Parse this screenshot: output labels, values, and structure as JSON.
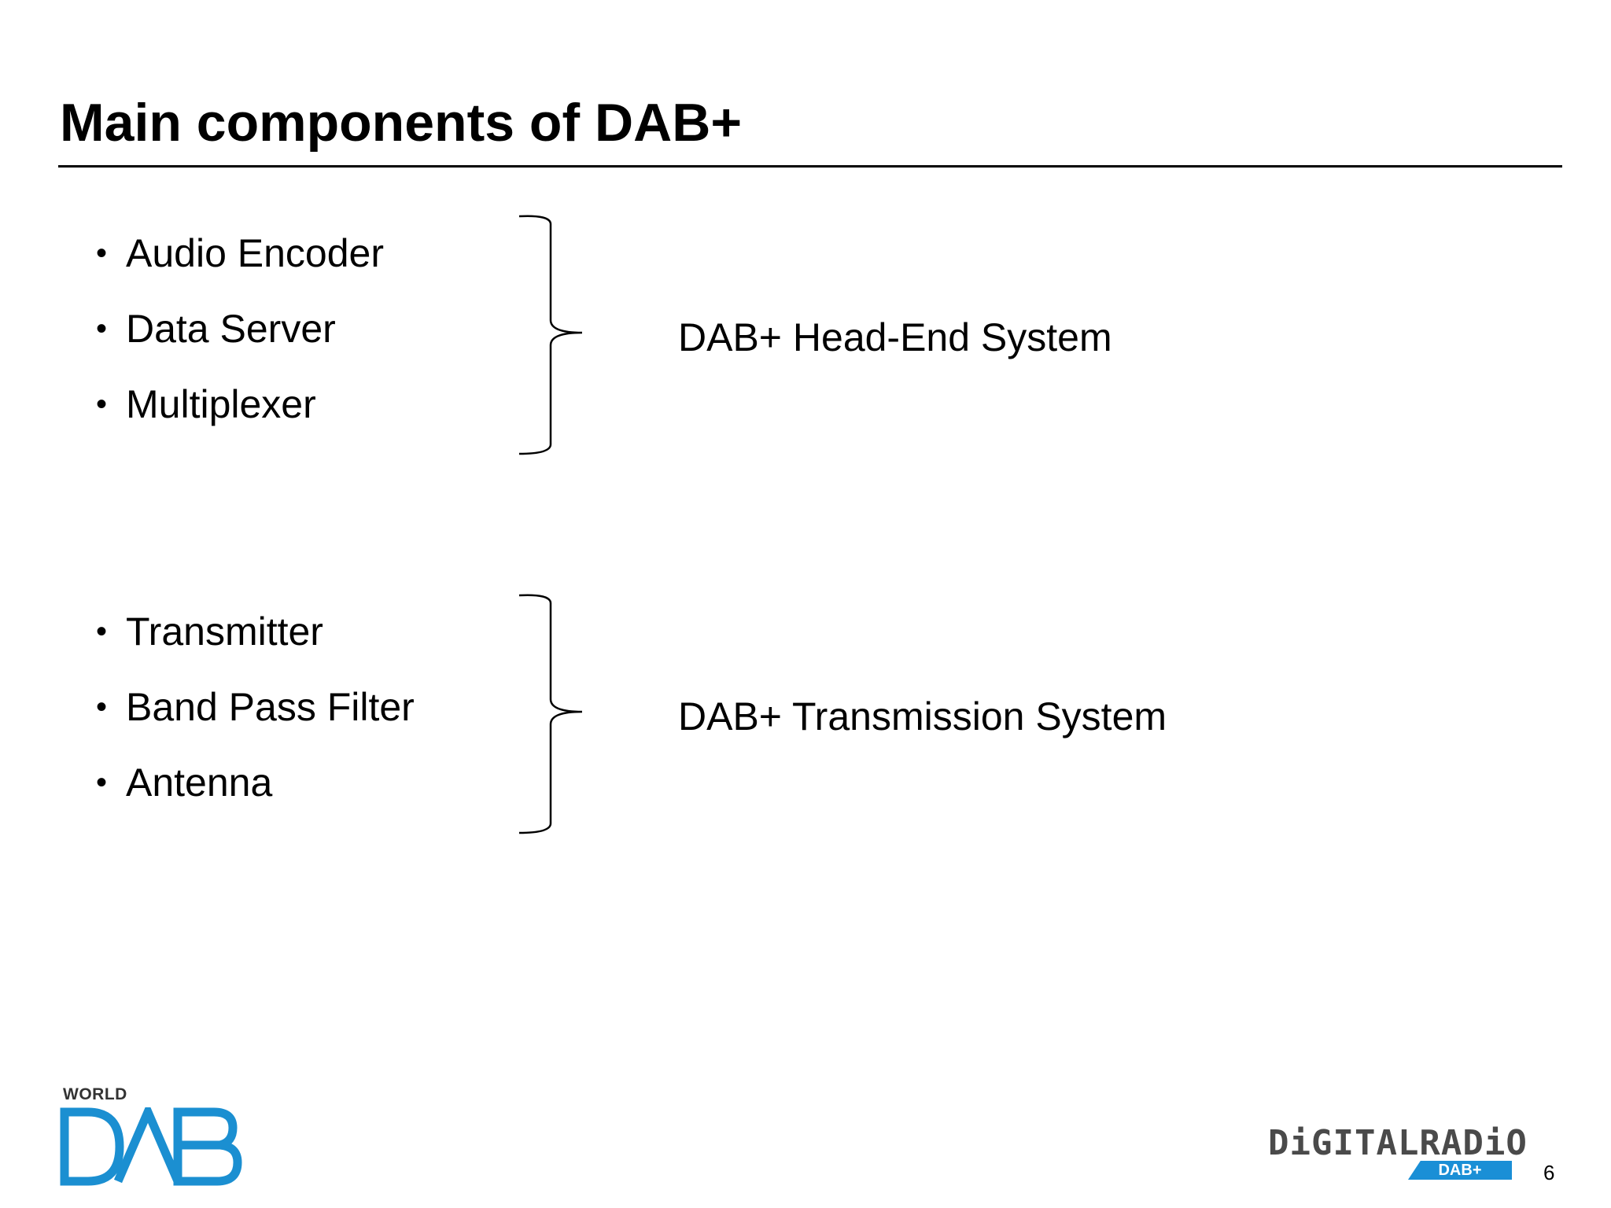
{
  "slide": {
    "title": "Main components of DAB+",
    "page_number": "6"
  },
  "groups": [
    {
      "items": [
        "Audio Encoder",
        "Data Server",
        "Multiplexer"
      ],
      "label": "DAB+ Head-End System"
    },
    {
      "items": [
        "Transmitter",
        "Band Pass Filter",
        "Antenna"
      ],
      "label": "DAB+ Transmission System"
    }
  ],
  "logos": {
    "world_dab": {
      "small_text": "WORLD",
      "big_text": "DAB",
      "color": "#1b8fd1"
    },
    "digital_radio": {
      "text": "DiGITALRADiO",
      "tag": "DAB+",
      "tag_color": "#1a8fd6"
    }
  },
  "bullet_symbol": "•"
}
